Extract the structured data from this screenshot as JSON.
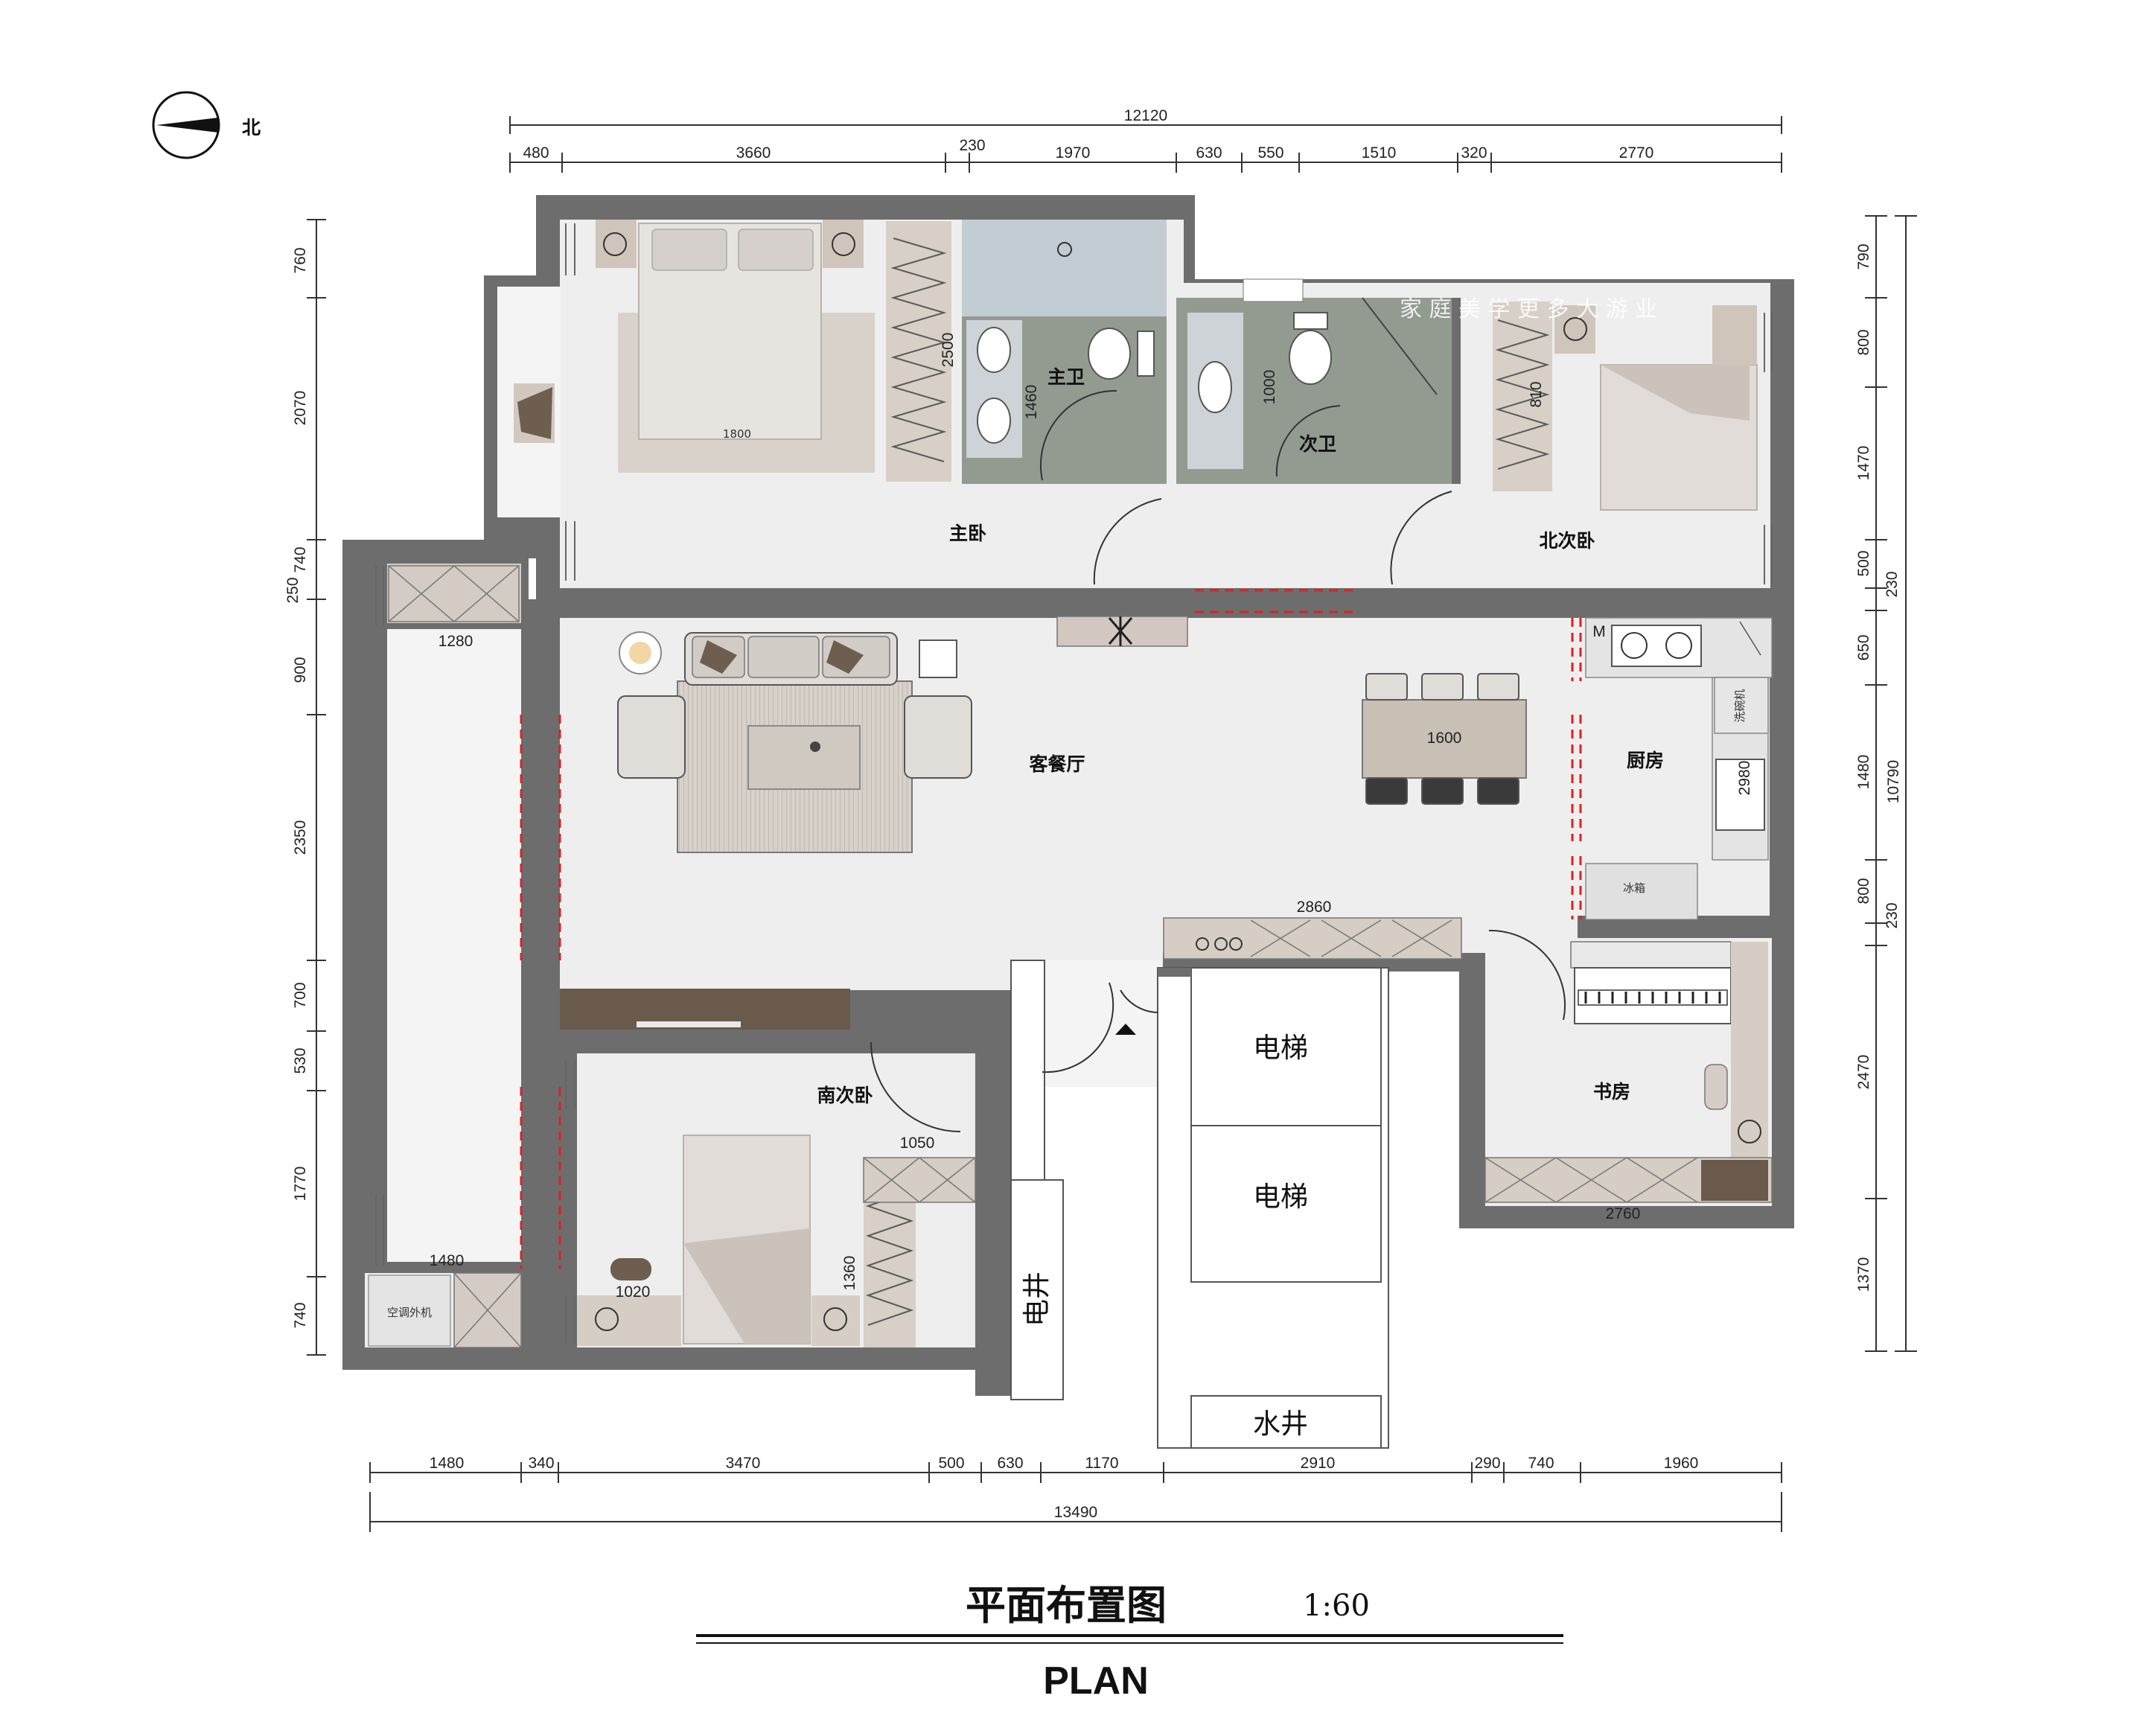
{
  "compass": {
    "label": "北"
  },
  "title": {
    "cn": "平面布置图",
    "scale": "1:60",
    "en": "PLAN"
  },
  "watermark": "家 庭 美 学   更 多 大 游   业",
  "rooms": {
    "master_bedroom": "主卧",
    "master_bath": "主卫",
    "second_bath": "次卫",
    "north_bedroom": "北次卧",
    "living_dining": "客餐厅",
    "kitchen": "厨房",
    "south_bedroom": "南次卧",
    "study": "书房",
    "elevator_1": "电梯",
    "elevator_2": "电梯",
    "elec_shaft": "电井",
    "water_shaft": "水井",
    "ac_unit": "空调外机",
    "fridge": "冰箱",
    "dishwasher": "洗碗机",
    "kitchen_m": "M"
  },
  "dims": {
    "top_total": "12120",
    "top": [
      "480",
      "3660",
      "230",
      "1970",
      "630",
      "550",
      "1510",
      "320",
      "2770"
    ],
    "bottom_total": "13490",
    "bottom": [
      "1480",
      "340",
      "3470",
      "500",
      "630",
      "1170",
      "2910",
      "290",
      "740",
      "1960"
    ],
    "left": [
      "760",
      "2070",
      "740",
      "250",
      "900",
      "2350",
      "700",
      "530",
      "1770",
      "740"
    ],
    "right_total": "10790",
    "right": [
      "790",
      "800",
      "1470",
      "500",
      "230",
      "650",
      "1480",
      "800",
      "230",
      "2470",
      "1370"
    ],
    "internal": {
      "bed_master": "1800",
      "wardrobe_master": "2500",
      "bath_master": "1460",
      "bath_second": "1000",
      "wardrobe_north": "810",
      "balcony_top": "1280",
      "dining_table": "1600",
      "kitchen_counter": "2980",
      "tv_cabinet": "2860",
      "desk_south": "1050",
      "balcony_bottom": "1480",
      "desk_bottom": "1020",
      "wardrobe_south": "1360",
      "study_cabinet": "2760"
    }
  }
}
